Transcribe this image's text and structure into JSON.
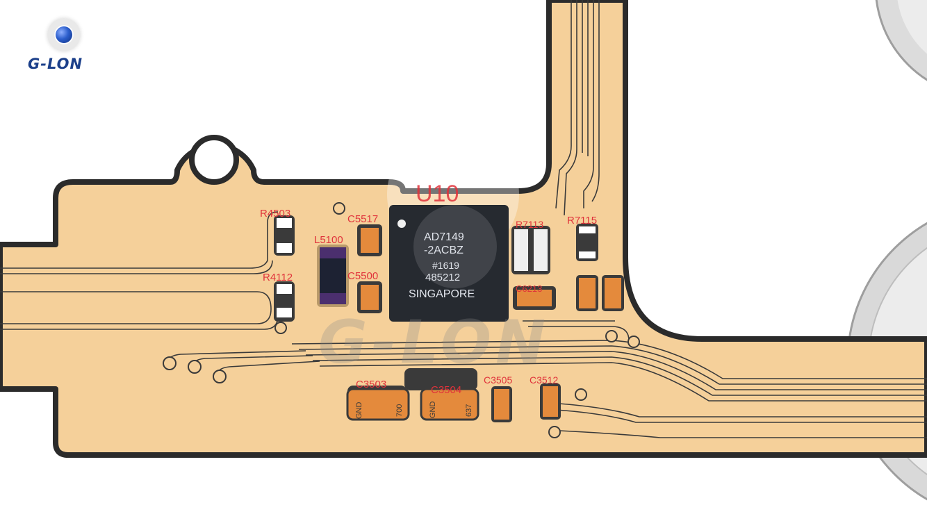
{
  "brand": {
    "logo_text": "G-LON"
  },
  "chip": {
    "designator": "U10",
    "marking": [
      "AD7149",
      "-2ACBZ",
      "#1619",
      "485212",
      "SINGAPORE"
    ]
  },
  "components": {
    "r4503": "R4503",
    "r4112": "R4112",
    "l5100": "L5100",
    "c5517": "C5517",
    "c5500": "C5500",
    "r7113": "R7113",
    "r7115": "R7115",
    "c6213": "C6213",
    "c3503": "C3503",
    "c3504": "C3504",
    "c3505": "C3505",
    "c3512": "C3512"
  },
  "pads": {
    "gnd_a": "GND",
    "val_a": "700",
    "gnd_b": "GND",
    "val_b": "637"
  },
  "colors": {
    "board": "#f5d09a",
    "outline": "#2b2b2b",
    "chip": "#262a30",
    "pad": "#e48a3c",
    "label": "#e0333b"
  }
}
